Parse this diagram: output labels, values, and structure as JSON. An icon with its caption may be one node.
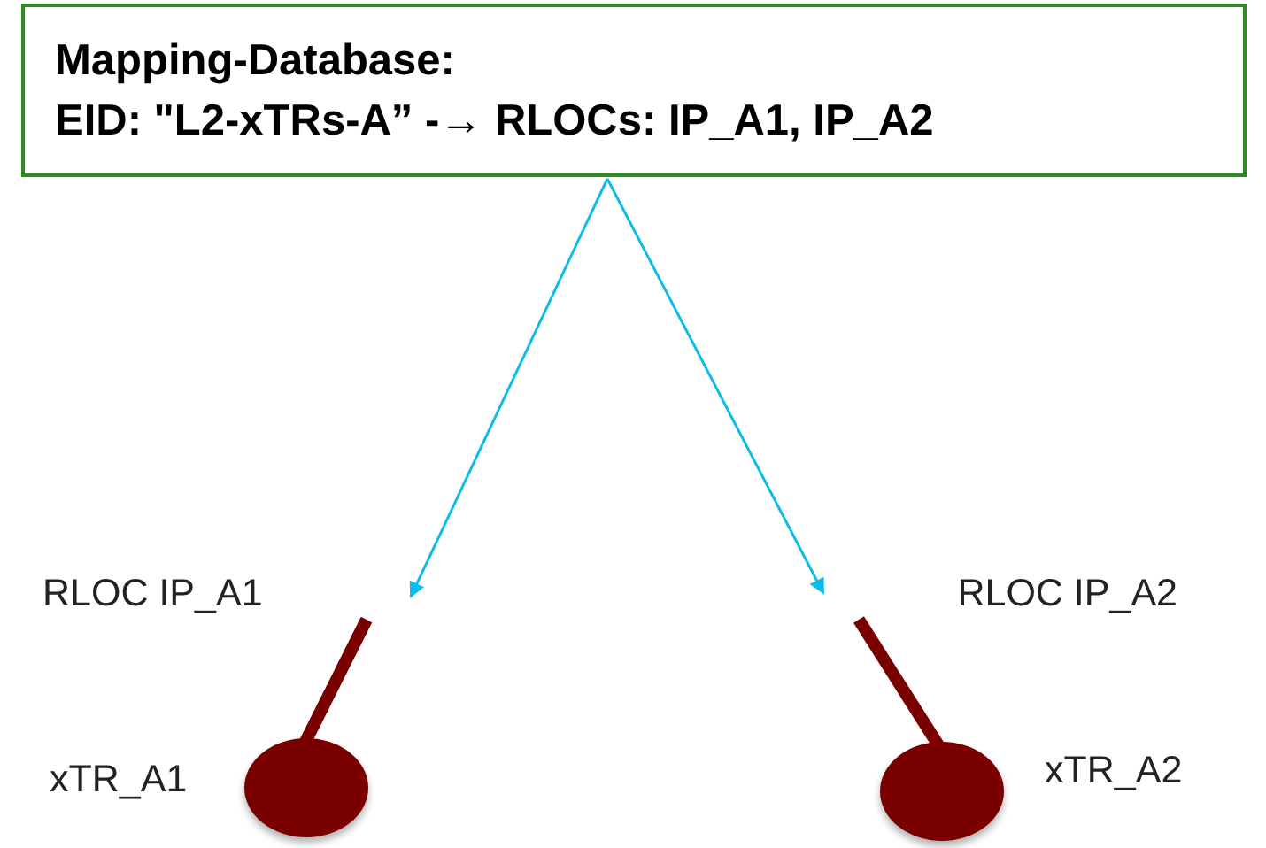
{
  "diagram": {
    "nodes": [
      {
        "text": [
          "Mapping-Database:",
          "EID: \"L2-xTRs-A” -→ RLOCs: IP_A1, IP_A2"
        ]
      },
      {
        "text": [
          "RLOC IP_A1"
        ]
      },
      {
        "text": [],
        "shape": "circle",
        "beside": [
          "xTR_A1"
        ]
      },
      {
        "text": [
          "RLOC IP_A2"
        ]
      },
      {
        "text": [],
        "shape": "circle",
        "beside": [
          "xTR_A2"
        ]
      }
    ],
    "edges": [
      {
        "from": 0,
        "to": 1,
        "arrow": "to",
        "color": "#11bbe8"
      },
      {
        "from": 0,
        "to": 3,
        "arrow": "to",
        "color": "#11bbe8"
      },
      {
        "from": 2,
        "to": 1,
        "arrow": "none",
        "style": "thick",
        "color": "#7a0000"
      },
      {
        "from": 4,
        "to": 3,
        "arrow": "none",
        "style": "thick",
        "color": "#7a0000"
      }
    ]
  }
}
